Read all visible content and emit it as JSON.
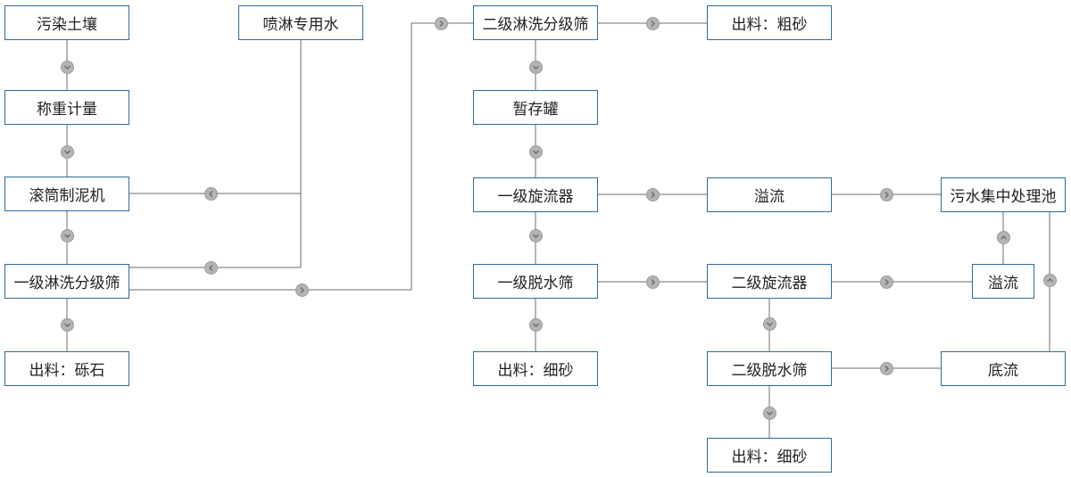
{
  "nodes": {
    "soil": "污染土壤",
    "weigh": "称重计量",
    "drum": "滚筒制泥机",
    "wash1": "一级淋洗分级筛",
    "out_gravel": "出料：砾石",
    "spray_water": "喷淋专用水",
    "wash2": "二级淋洗分级筛",
    "out_coarse": "出料：粗砂",
    "tank": "暂存罐",
    "cyclone1": "一级旋流器",
    "overflow1": "溢流",
    "wastewater": "污水集中处理池",
    "dewater1": "一级脱水筛",
    "cyclone2": "二级旋流器",
    "overflow2": "溢流",
    "out_fine1": "出料：细砂",
    "dewater2": "二级脱水筛",
    "underflow": "底流",
    "out_fine2": "出料：细砂"
  },
  "colors": {
    "border": "#2f6a9a",
    "line": "#6e6e6e",
    "arrow": "#b4b4b4"
  },
  "icons": {
    "arrow": "chevron-circle-icon"
  }
}
